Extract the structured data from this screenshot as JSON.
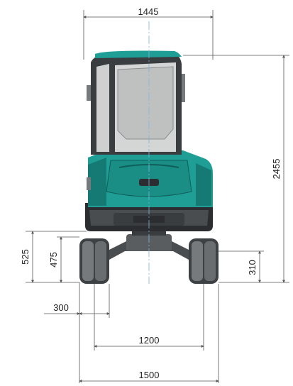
{
  "dimensions": {
    "overall_width": "1445",
    "overall_height": "2455",
    "ground_clearance_outer": "525",
    "ground_clearance_inner": "475",
    "track_height": "310",
    "shoe_width": "300",
    "track_gauge": "1200",
    "track_width": "1500"
  },
  "colors": {
    "body_teal": "#1e9e95",
    "body_teal_dark": "#147a73",
    "cab_frame": "#3a3d40",
    "glass": "#d4d6d6",
    "track": "#6c6f72",
    "track_dark": "#3e4144",
    "line": "#555555"
  },
  "icons": [
    "excavator-front-view"
  ]
}
